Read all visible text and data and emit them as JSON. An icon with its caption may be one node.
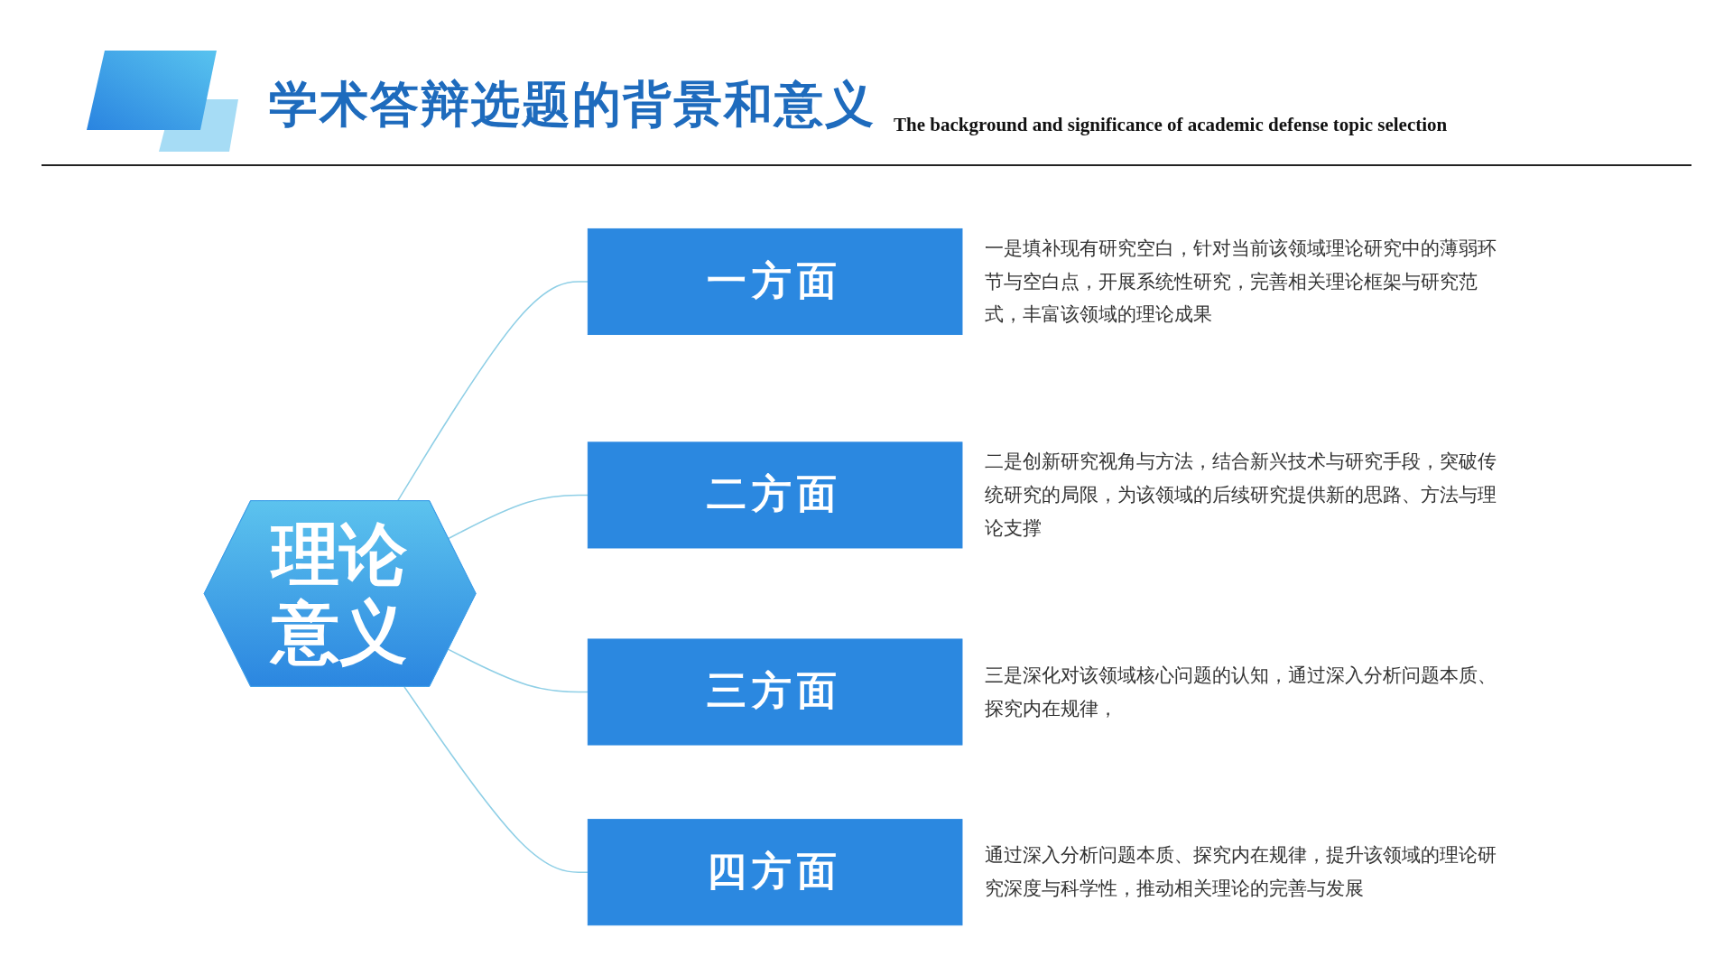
{
  "diagram": {
    "title": "学术答辩选题的背景和意义",
    "nodes": [
      {
        "text": [
          "理论意义"
        ]
      },
      {
        "text": [
          "一方面"
        ],
        "beside": [
          "一是填补现有研究空白，针对当前该领域理论研究中的薄弱环节与空白点，开展系统性研究，完善相关理论框架与研究范式，丰富该领域的理论成果"
        ]
      },
      {
        "text": [
          "二方面"
        ],
        "beside": [
          "二是创新研究视角与方法，结合新兴技术与研究手段，突破传统研究的局限，为该领域的后续研究提供新的思路、方法与理论支撑"
        ]
      },
      {
        "text": [
          "三方面"
        ],
        "beside": [
          "三是深化对该领域核心问题的认知，通过深入分析问题本质、探究内在规律，"
        ]
      },
      {
        "text": [
          "四方面"
        ],
        "beside": [
          "通过深入分析问题本质、探究内在规律，提升该领域的理论研究深度与科学性，推动相关理论的完善与发展"
        ]
      }
    ],
    "edges": [
      {
        "from": 0,
        "to": 1,
        "arrow": "none"
      },
      {
        "from": 0,
        "to": 2,
        "arrow": "none"
      },
      {
        "from": 0,
        "to": 3,
        "arrow": "none"
      },
      {
        "from": 0,
        "to": 4,
        "arrow": "none"
      }
    ],
    "labels": [
      "The background and significance of academic defense topic selection"
    ]
  }
}
